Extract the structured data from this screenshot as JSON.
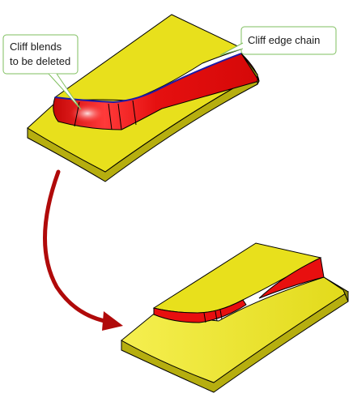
{
  "callouts": {
    "cliff_blends": {
      "line1": "Cliff blends",
      "line2": "to be deleted"
    },
    "cliff_edge_chain": {
      "label": "Cliff edge chain"
    }
  },
  "colors": {
    "body_top": "#e8e01c",
    "body_side": "#b6ae0f",
    "body_side_dark": "#8f8a0a",
    "blend_red": "#e80f0f",
    "blend_dark": "#b20505",
    "edge_chain_blue": "#1a1aa8",
    "callout_border": "#7fbf5f",
    "callout_fill": "#ffffff",
    "arrow_red": "#b00a0a"
  }
}
